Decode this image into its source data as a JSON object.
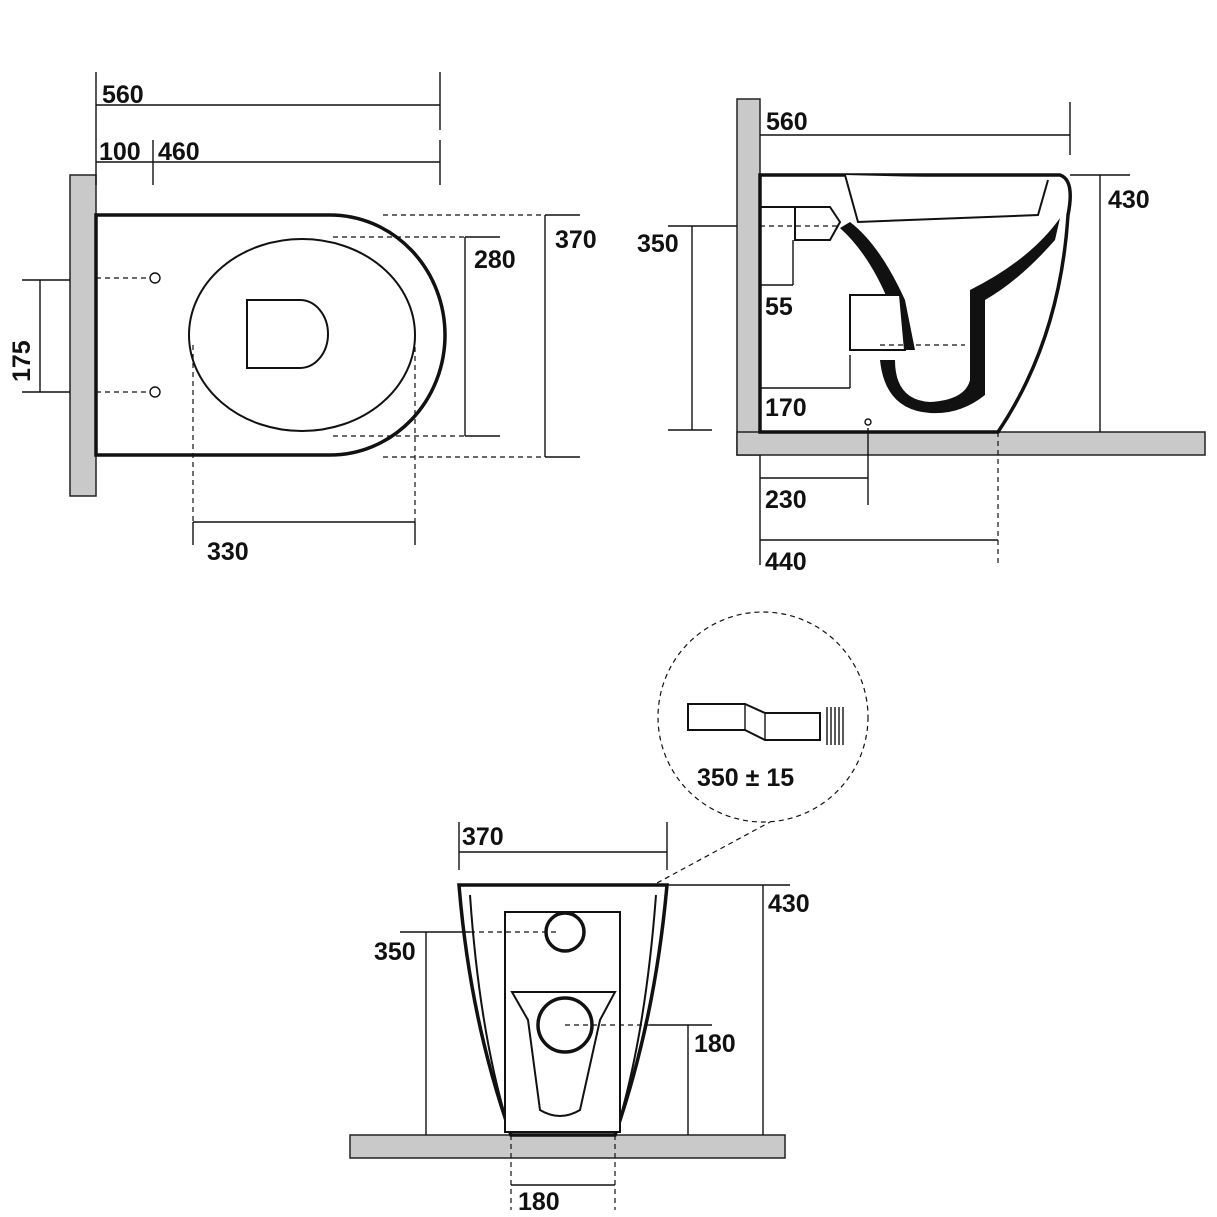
{
  "top_view": {
    "overall_length": "560",
    "wall_offset": "100",
    "pan_length": "460",
    "overall_width": "370",
    "seat_width": "280",
    "fixing_spacing": "175",
    "seat_length": "330"
  },
  "side_view": {
    "overall_length": "560",
    "height": "430",
    "inlet_height": "350",
    "inlet_depth": "55",
    "outlet_depth": "170",
    "outlet_center": "230",
    "base_length": "440"
  },
  "detail": {
    "connector_range": "350 ± 15"
  },
  "front_view": {
    "width": "370",
    "height": "430",
    "inlet_height": "350",
    "outlet_height": "180",
    "base_width": "180"
  }
}
